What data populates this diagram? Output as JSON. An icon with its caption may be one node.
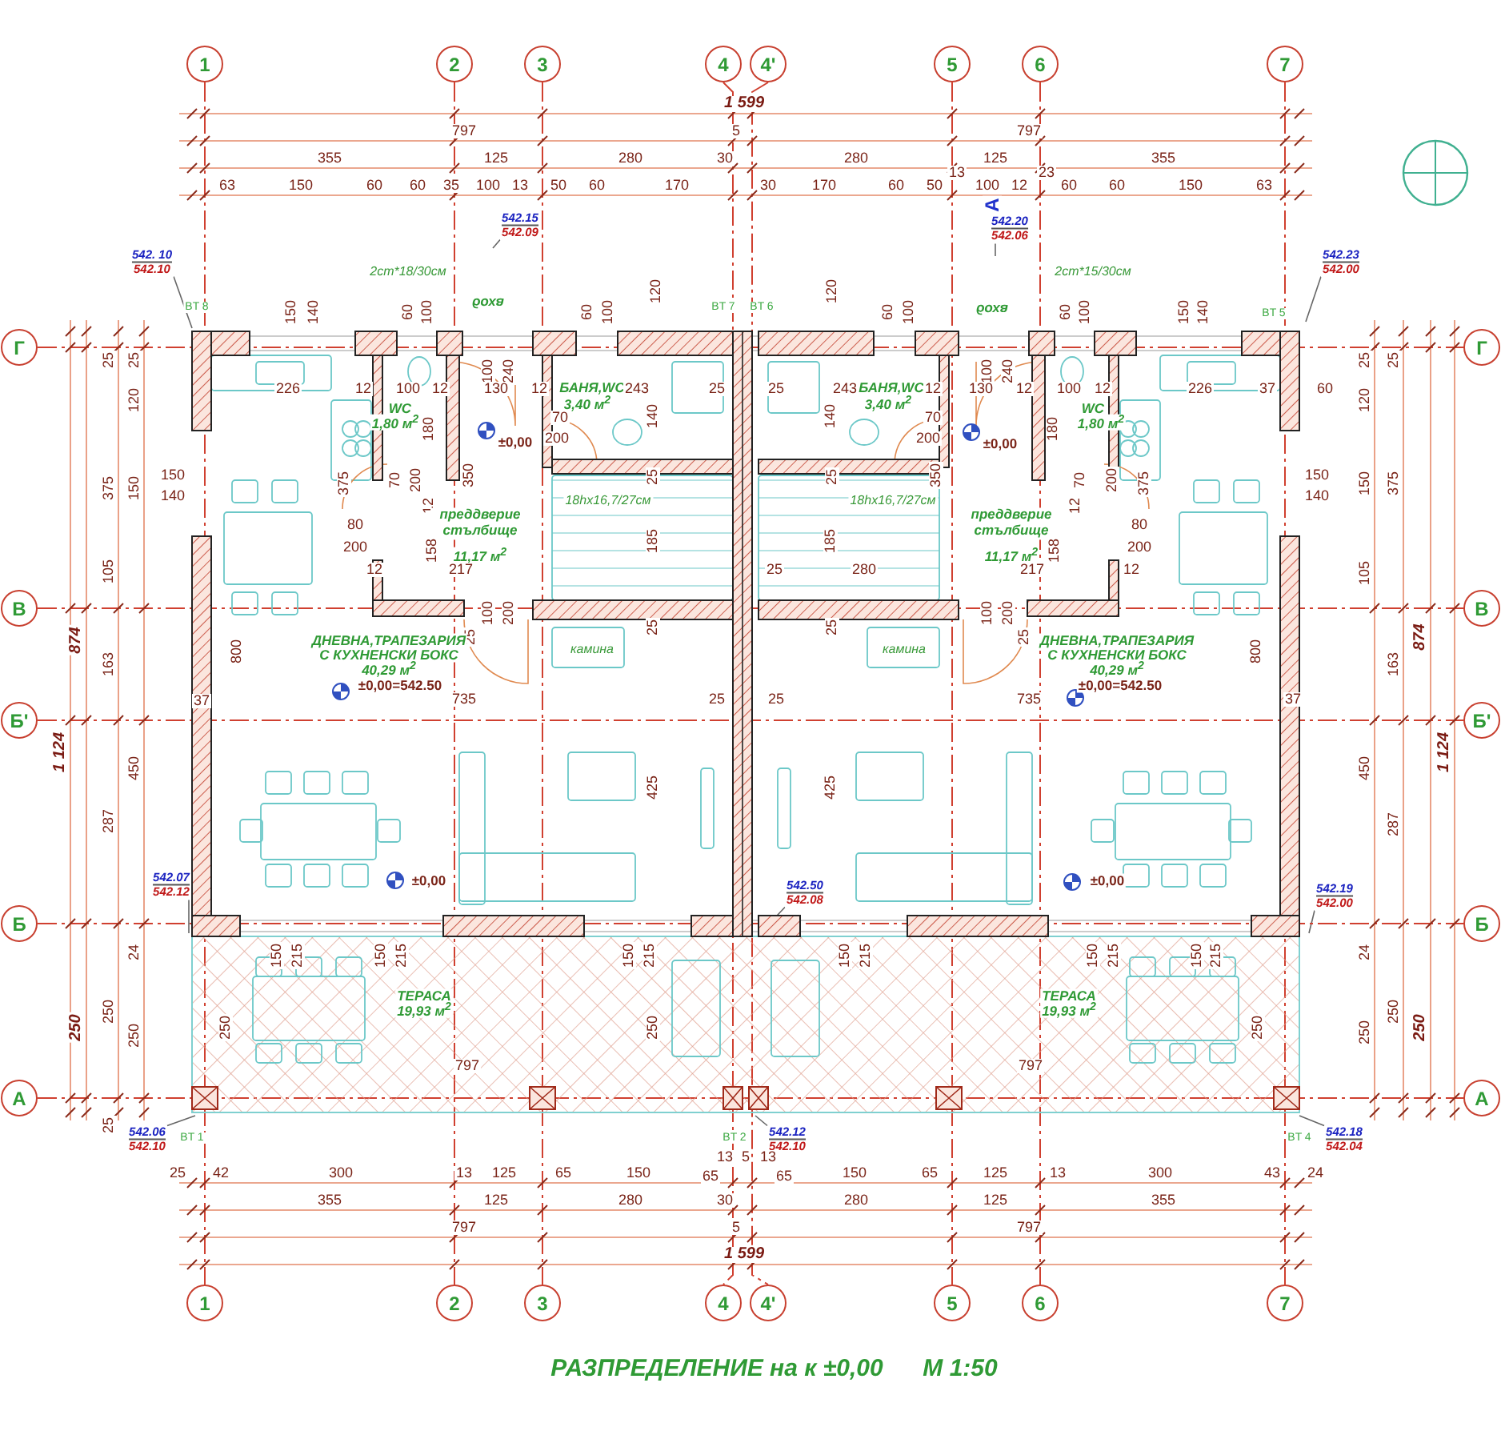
{
  "diagram": {
    "caption": "РАЗПРЕДЕЛЕНИЕ на к ±0,00",
    "nodes": [
      {
        "text": [
          "1"
        ]
      },
      {
        "text": [
          "2"
        ]
      },
      {
        "text": [
          "3"
        ]
      },
      {
        "text": [
          "4"
        ]
      },
      {
        "text": [
          "4'"
        ]
      },
      {
        "text": [
          "5"
        ]
      },
      {
        "text": [
          "6"
        ]
      },
      {
        "text": [
          "7"
        ]
      },
      {
        "text": [
          "542. 10",
          "542.10"
        ]
      },
      {
        "text": [
          "542.15",
          "542.09"
        ]
      },
      {
        "text": [
          "542.20",
          "542.06"
        ]
      },
      {
        "text": [
          "542.23",
          "542.00"
        ]
      },
      {
        "text": [
          "Г"
        ]
      },
      {
        "text": [
          "В"
        ]
      },
      {
        "text": [
          "Б'"
        ]
      },
      {
        "text": [
          "Б"
        ]
      },
      {
        "text": [
          "А"
        ]
      },
      {
        "text": [
          "Г"
        ]
      },
      {
        "text": [
          "В"
        ]
      },
      {
        "text": [
          "Б'"
        ]
      },
      {
        "text": [
          "Б"
        ]
      },
      {
        "text": [
          "А"
        ]
      },
      {
        "text": [
          "542.07",
          "542.12"
        ]
      },
      {
        "text": [
          "542.50",
          "542.08"
        ]
      },
      {
        "text": [
          "542.19",
          "542.00"
        ]
      },
      {
        "text": [
          "542.06",
          "542.10"
        ]
      },
      {
        "text": [
          "542.12",
          "542.10"
        ]
      },
      {
        "text": [
          "542.18",
          "542.04"
        ]
      },
      {
        "text": [
          "1"
        ]
      },
      {
        "text": [
          "2"
        ]
      },
      {
        "text": [
          "3"
        ]
      },
      {
        "text": [
          "4"
        ]
      },
      {
        "text": [
          "4'"
        ]
      },
      {
        "text": [
          "5"
        ]
      },
      {
        "text": [
          "6"
        ]
      },
      {
        "text": [
          "7"
        ]
      }
    ],
    "edges": [
      {
        "from": 8,
        "to": null,
        "arrow": "none",
        "color": "#666666"
      },
      {
        "from": 9,
        "to": null,
        "arrow": "none",
        "color": "#666666"
      },
      {
        "from": 10,
        "to": null,
        "arrow": "none",
        "color": "#666666"
      },
      {
        "from": 11,
        "to": null,
        "arrow": "none",
        "color": "#666666"
      },
      {
        "from": 22,
        "to": null,
        "arrow": "none",
        "color": "#666666"
      },
      {
        "from": 23,
        "to": null,
        "arrow": "none",
        "color": "#666666"
      },
      {
        "from": 24,
        "to": null,
        "arrow": "none",
        "color": "#666666"
      },
      {
        "from": 25,
        "to": null,
        "arrow": "none",
        "color": "#666666"
      },
      {
        "from": 26,
        "to": null,
        "arrow": "none",
        "color": "#666666"
      },
      {
        "from": 27,
        "to": null,
        "arrow": "none",
        "color": "#666666"
      },
      {
        "from": 0,
        "to": 28,
        "arrow": "none",
        "style": "dashed"
      },
      {
        "from": 1,
        "to": 29,
        "arrow": "none",
        "style": "dashed"
      },
      {
        "from": 2,
        "to": 30,
        "arrow": "none",
        "style": "dashed"
      },
      {
        "from": 3,
        "to": 31,
        "arrow": "none",
        "style": "dashed"
      },
      {
        "from": 4,
        "to": 32,
        "arrow": "none",
        "style": "dashed"
      },
      {
        "from": 5,
        "to": 33,
        "arrow": "none",
        "style": "dashed"
      },
      {
        "from": 6,
        "to": 34,
        "arrow": "none",
        "style": "dashed"
      },
      {
        "from": 7,
        "to": 35,
        "arrow": "none",
        "style": "dashed"
      },
      {
        "from": 12,
        "to": 17,
        "arrow": "none",
        "style": "dashed"
      },
      {
        "from": 13,
        "to": 18,
        "arrow": "none",
        "style": "dashed"
      },
      {
        "from": 14,
        "to": 19,
        "arrow": "none",
        "style": "dashed"
      },
      {
        "from": 15,
        "to": 20,
        "arrow": "none",
        "style": "dashed"
      },
      {
        "from": 16,
        "to": 21,
        "arrow": "none",
        "style": "dashed"
      }
    ],
    "labels": [
      "1 599",
      "797",
      "5",
      "797",
      "355",
      "125",
      "280",
      "30",
      "280",
      "125",
      "13",
      "23",
      "355",
      "63",
      "150",
      "60",
      "60",
      "35",
      "100",
      "13",
      "50",
      "60",
      "170",
      "30",
      "170",
      "60",
      "50",
      "100",
      "12",
      "60",
      "60",
      "150",
      "63",
      "A",
      "2ст*18/30см",
      "2ст*15/30см",
      "BT 8",
      "150",
      "140",
      "60",
      "100",
      "вход",
      "60",
      "100",
      "120",
      "BT 7",
      "BT 6",
      "120",
      "60",
      "100",
      "вход",
      "60",
      "100",
      "150",
      "140",
      "BT 5",
      "25",
      "25",
      "120",
      "375",
      "150",
      "105",
      "874",
      "163",
      "1 124",
      "450",
      "287",
      "24",
      "250",
      "250",
      "250",
      "25",
      "25",
      "120",
      "25",
      "150",
      "375",
      "105",
      "874",
      "163",
      "1 124",
      "450",
      "287",
      "24",
      "250",
      "250",
      "250",
      "100",
      "240",
      "226",
      "12",
      "100",
      "12",
      "130",
      "12",
      "БАНЯ,WC",
      "3,40 м$^{2}$",
      "243",
      "25",
      "WC",
      "1,80 м$^{2}$",
      "180",
      "±0,00",
      "70",
      "200",
      "140",
      "150",
      "140",
      "375",
      "70",
      "200",
      "350",
      "12",
      "25",
      "18hx16,7/27см",
      "преддверие стълбище",
      "11,17 м$^{2}$",
      "80",
      "200",
      "185",
      "12",
      "158",
      "217",
      "25",
      "100",
      "200",
      "25",
      "камина",
      "ДНЕВНА,ТРАПЕЗАРИЯ",
      "С КУХНЕНСКИ БОКС",
      "40,29 м$^{2}$",
      "±0,00=542.50",
      "800",
      "37",
      "735",
      "25",
      "425",
      "±0,00",
      "150",
      "215",
      "150",
      "215",
      "150",
      "215",
      "ТЕРАСА",
      "19,93 м$^{2}$",
      "250",
      "250",
      "797",
      "BT 1",
      "BT 2",
      "100",
      "240",
      "25",
      "243",
      "БАНЯ,WC",
      "3,40 м$^{2}$",
      "12",
      "130",
      "12",
      "100",
      "12",
      "226",
      "37",
      "60",
      "140",
      "70",
      "200",
      "±0,00",
      "180",
      "WC",
      "1,80 м$^{2}$",
      "150",
      "140",
      "25",
      "18hx16,7/27см",
      "350",
      "12",
      "70",
      "200",
      "375",
      "преддверие стълбище",
      "11,17 м$^{2}$",
      "80",
      "200",
      "185",
      "25",
      "280",
      "217",
      "158",
      "12",
      "25",
      "камина",
      "100",
      "200",
      "25",
      "ДНЕВНА,ТРАПЕЗАРИЯ",
      "С КУХНЕНСКИ БОКС",
      "40,29 м$^{2}$",
      "±0,00=542.50",
      "800",
      "25",
      "735",
      "37",
      "425",
      "±0,00",
      "150",
      "215",
      "150",
      "215",
      "150",
      "215",
      "ТЕРАСА",
      "19,93 м$^{2}$",
      "250",
      "797",
      "BT 4",
      "25",
      "42",
      "300",
      "13",
      "125",
      "65",
      "150",
      "65",
      "13",
      "5",
      "13",
      "65",
      "150",
      "65",
      "125",
      "13",
      "300",
      "43",
      "24",
      "355",
      "125",
      "280",
      "30",
      "280",
      "125",
      "355",
      "797",
      "5",
      "797",
      "1 599",
      "М 1:50"
    ]
  }
}
